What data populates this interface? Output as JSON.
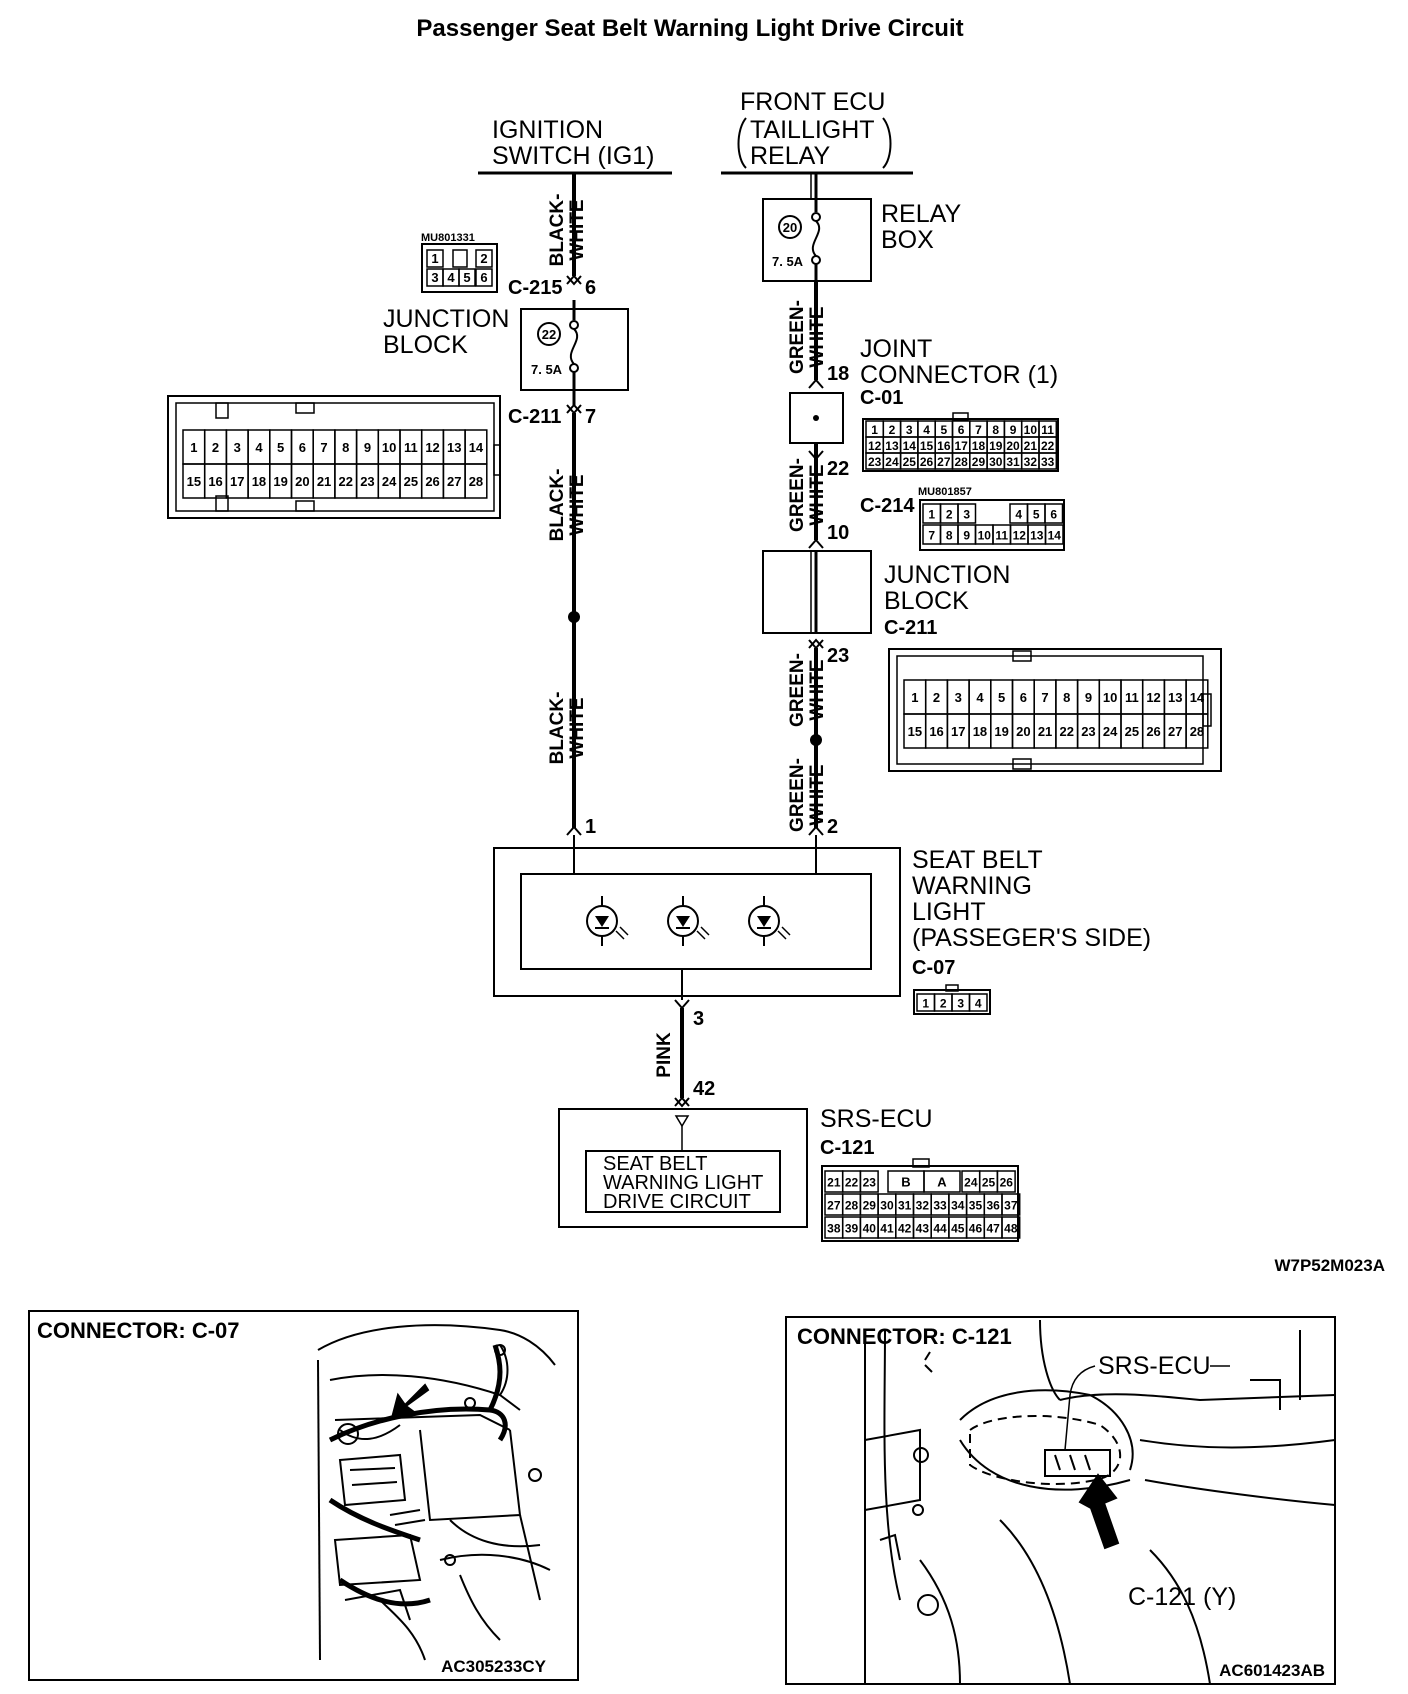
{
  "title": "Passenger Seat Belt Warning Light Drive Circuit",
  "sources": {
    "ignition_line1": "IGNITION",
    "ignition_line2": "SWITCH (IG1)",
    "front_ecu": "FRONT ECU",
    "taillight": "TAILLIGHT",
    "relay": "RELAY"
  },
  "wires": {
    "black_white_line1": "BLACK-",
    "black_white_line2": "WHITE",
    "green_white_line1": "GREEN-",
    "green_white_line2": "WHITE",
    "pink": "PINK"
  },
  "relay_box": {
    "line1": "RELAY",
    "line2": "BOX",
    "fuse_number": "20",
    "fuse_rating": "7. 5A"
  },
  "junction_block_left": {
    "line1": "JUNCTION",
    "line2": "BLOCK",
    "fuse_number": "22",
    "fuse_rating": "7. 5A"
  },
  "junction_block_right": {
    "line1": "JUNCTION",
    "line2": "BLOCK",
    "connector": "C-211"
  },
  "joint_connector": {
    "line1": "JOINT",
    "line2": "CONNECTOR (1)",
    "connector": "C-01"
  },
  "connectors": {
    "c215": "C-215",
    "c211": "C-211",
    "c214": "C-214",
    "mu801331": "MU801331",
    "mu801857": "MU801857",
    "c07": "C-07",
    "c121": "C-121"
  },
  "pins": {
    "c215_pin": "6",
    "c211_pin": "7",
    "jc_in": "18",
    "jc_out": "22",
    "c214_pin": "10",
    "c211_right_pin": "23",
    "light_pin1": "1",
    "light_pin2": "2",
    "light_pin3": "3",
    "srs_pin": "42"
  },
  "connector_grids": {
    "mu801331": [
      [
        "1",
        "",
        "2"
      ],
      [
        "3",
        "4",
        "5",
        "6"
      ]
    ],
    "c211": [
      [
        "1",
        "2",
        "3",
        "4",
        "5",
        "6",
        "7",
        "8",
        "9",
        "10",
        "11",
        "12",
        "13",
        "14"
      ],
      [
        "15",
        "16",
        "17",
        "18",
        "19",
        "20",
        "21",
        "22",
        "23",
        "24",
        "25",
        "26",
        "27",
        "28"
      ]
    ],
    "c01": [
      [
        "1",
        "2",
        "3",
        "4",
        "5",
        "6",
        "7",
        "8",
        "9",
        "10",
        "11"
      ],
      [
        "12",
        "13",
        "14",
        "15",
        "16",
        "17",
        "18",
        "19",
        "20",
        "21",
        "22"
      ],
      [
        "23",
        "24",
        "25",
        "26",
        "27",
        "28",
        "29",
        "30",
        "31",
        "32",
        "33"
      ]
    ],
    "c214": [
      [
        "1",
        "2",
        "3",
        "4",
        "5",
        "6"
      ],
      [
        "7",
        "8",
        "9",
        "10",
        "11",
        "12",
        "13",
        "14"
      ]
    ],
    "c07": [
      "1",
      "2",
      "3",
      "4"
    ],
    "c121_row1_left": [
      "21",
      "22",
      "23"
    ],
    "c121_row1_mid": [
      "B",
      "A"
    ],
    "c121_row1_right": [
      "24",
      "25",
      "26"
    ],
    "c121_row2": [
      "27",
      "28",
      "29",
      "30",
      "31",
      "32",
      "33",
      "34",
      "35",
      "36",
      "37"
    ],
    "c121_row3": [
      "38",
      "39",
      "40",
      "41",
      "42",
      "43",
      "44",
      "45",
      "46",
      "47",
      "48"
    ]
  },
  "seat_belt_light": {
    "line1": "SEAT BELT",
    "line2": "WARNING",
    "line3": "LIGHT",
    "line4": "(PASSEGER'S SIDE)"
  },
  "srs_ecu": {
    "label": "SRS-ECU",
    "inner_line1": "SEAT BELT",
    "inner_line2": "WARNING LIGHT",
    "inner_line3": "DRIVE CIRCUIT"
  },
  "diagram_code": "W7P52M023A",
  "panel_left": {
    "title": "CONNECTOR: C-07",
    "code": "AC305233CY"
  },
  "panel_right": {
    "title": "CONNECTOR: C-121",
    "callout_ecu": "SRS-ECU",
    "callout_conn": "C-121 (Y)",
    "code": "AC601423AB"
  }
}
